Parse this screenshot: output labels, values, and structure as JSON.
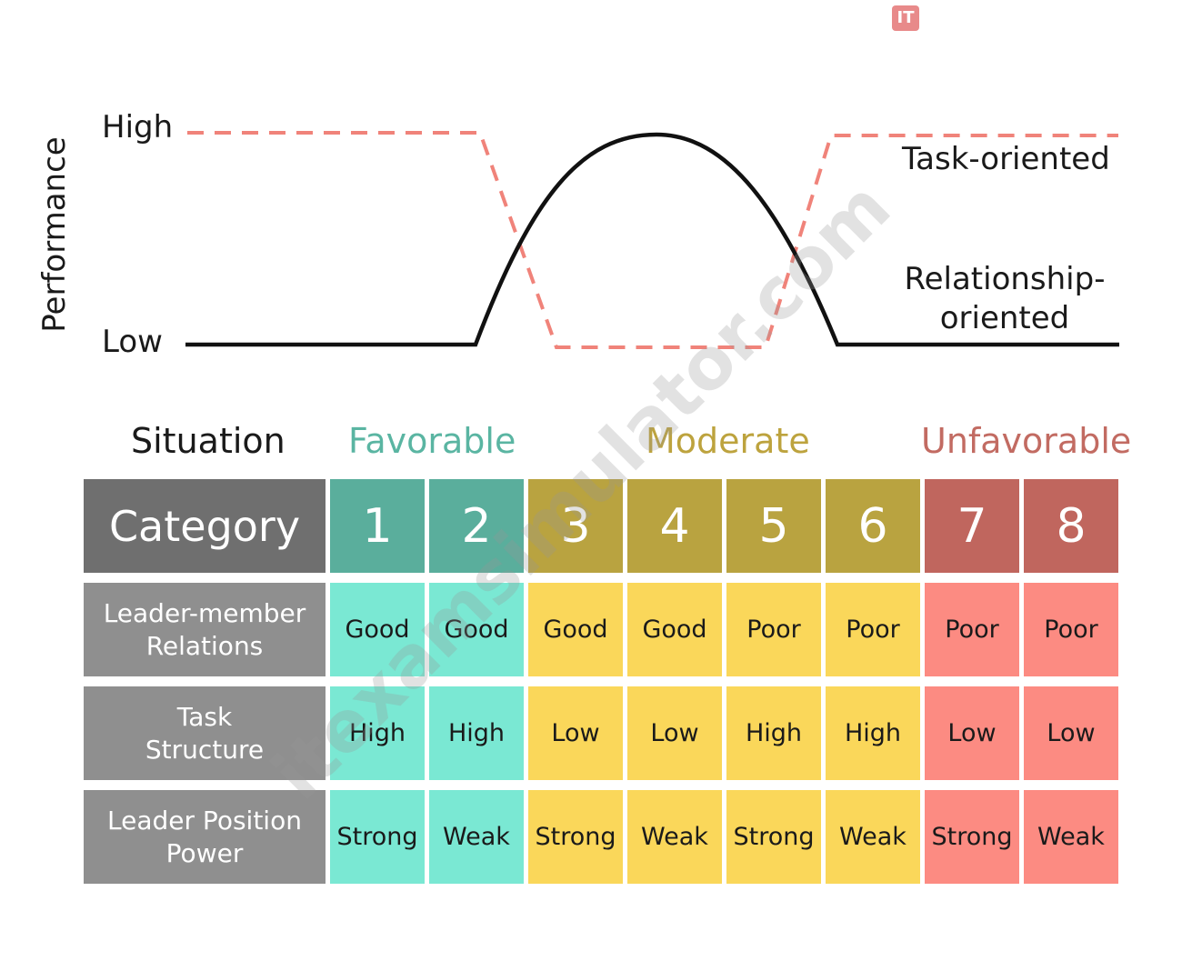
{
  "logo": {
    "text": "IT"
  },
  "chart": {
    "y_title": "Performance",
    "high_label": "High",
    "low_label": "Low",
    "task_label": "Task-oriented",
    "relationship_label_1": "Relationship-",
    "relationship_label_2": "oriented",
    "task_color": "#f0837a",
    "relationship_color": "#111111"
  },
  "situation": {
    "label": "Situation",
    "favorable": "Favorable",
    "moderate": "Moderate",
    "unfavorable": "Unfavorable"
  },
  "table": {
    "header": "Category",
    "categories": [
      "1",
      "2",
      "3",
      "4",
      "5",
      "6",
      "7",
      "8"
    ],
    "zones": [
      "fav",
      "fav",
      "mod",
      "mod",
      "mod",
      "mod",
      "unf",
      "unf"
    ],
    "rows": [
      {
        "label": "Leader-member Relations",
        "values": [
          "Good",
          "Good",
          "Good",
          "Good",
          "Poor",
          "Poor",
          "Poor",
          "Poor"
        ]
      },
      {
        "label": "Task Structure",
        "values": [
          "High",
          "High",
          "Low",
          "Low",
          "High",
          "High",
          "Low",
          "Low"
        ]
      },
      {
        "label": "Leader Position Power",
        "values": [
          "Strong",
          "Weak",
          "Strong",
          "Weak",
          "Strong",
          "Weak",
          "Strong",
          "Weak"
        ]
      }
    ]
  },
  "colors": {
    "favorable_header": "#5aae9c",
    "moderate_header": "#b9a340",
    "unfavorable_header": "#c0665e",
    "favorable_cell": "#7ae8d3",
    "moderate_cell": "#fad75a",
    "unfavorable_cell": "#fc8b82"
  },
  "watermark": "itexamsimulator.com"
}
